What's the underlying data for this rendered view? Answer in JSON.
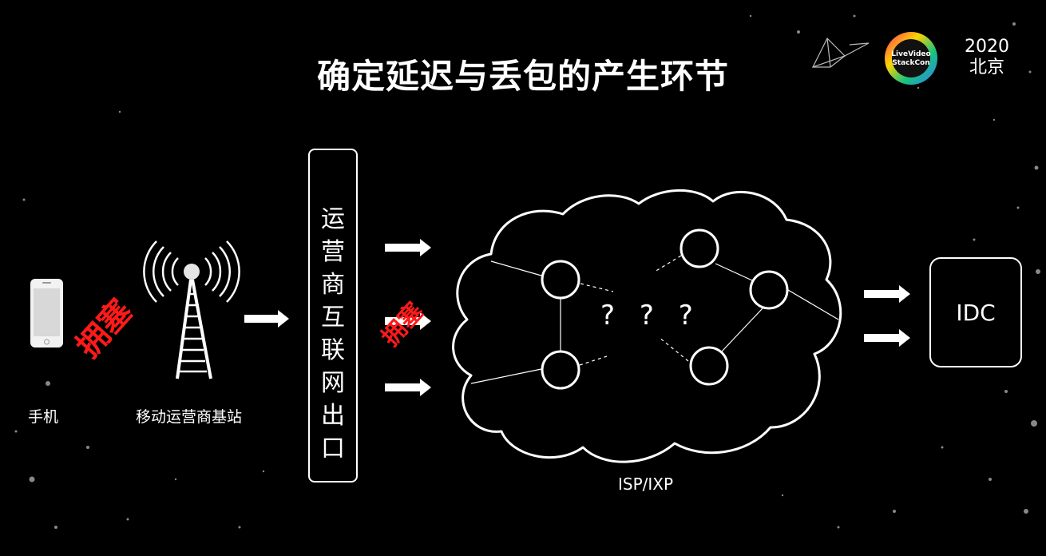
{
  "slide": {
    "title": "确定延迟与丢包的产生环节",
    "year": "2020",
    "city": "北京",
    "logo_text": "LiveVideo StackCon"
  },
  "phone": {
    "label": "手机"
  },
  "base_station": {
    "label": "移动运营商基站"
  },
  "carrier_exit": {
    "label": "运营商互联网出口"
  },
  "cloud": {
    "label": "ISP/IXP",
    "unknown": "? ? ?"
  },
  "idc": {
    "label": "IDC"
  },
  "congestion": {
    "label1": "拥塞",
    "label2": "拥塞"
  },
  "colors": {
    "background": "#000000",
    "foreground": "#ffffff",
    "congestion": "#ff1a1a"
  }
}
